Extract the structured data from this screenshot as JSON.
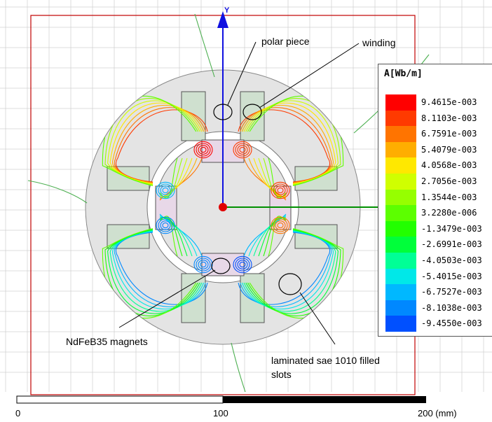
{
  "annotations": {
    "polar_piece": "polar piece",
    "winding": "winding",
    "magnets": "NdFeB35 magnets",
    "slots_line1": "laminated sae 1010 filled",
    "slots_line2": "slots"
  },
  "axis": {
    "y_label": "Y"
  },
  "legend": {
    "title": "A[Wb/m]",
    "entries": [
      {
        "value": "9.4615e-003",
        "color": "#ff0000"
      },
      {
        "value": "8.1103e-003",
        "color": "#ff3a00"
      },
      {
        "value": "6.7591e-003",
        "color": "#ff7400"
      },
      {
        "value": "5.4079e-003",
        "color": "#ffae00"
      },
      {
        "value": "4.0568e-003",
        "color": "#ffe800"
      },
      {
        "value": "2.7056e-003",
        "color": "#d0ff00"
      },
      {
        "value": "1.3544e-003",
        "color": "#96ff00"
      },
      {
        "value": "3.2280e-006",
        "color": "#5cff00"
      },
      {
        "value": "-1.3479e-003",
        "color": "#22ff00"
      },
      {
        "value": "-2.6991e-003",
        "color": "#00ff3a"
      },
      {
        "value": "-4.0503e-003",
        "color": "#00ff96"
      },
      {
        "value": "-5.4015e-003",
        "color": "#00e8e8"
      },
      {
        "value": "-6.7527e-003",
        "color": "#00b8ff"
      },
      {
        "value": "-8.1038e-003",
        "color": "#0088ff"
      },
      {
        "value": "-9.4550e-003",
        "color": "#0050ff"
      }
    ]
  },
  "scale_bar": {
    "tick0": "0",
    "tick1": "100",
    "tick2": "200 (mm)"
  },
  "colors": {
    "grid": "#d0d0d0",
    "boundary": "#c00000",
    "axis_y": "#1010e0",
    "axis_x": "#009000",
    "slot_fill": "#cfe0cf",
    "steel_fill": "#e4e4e4"
  }
}
